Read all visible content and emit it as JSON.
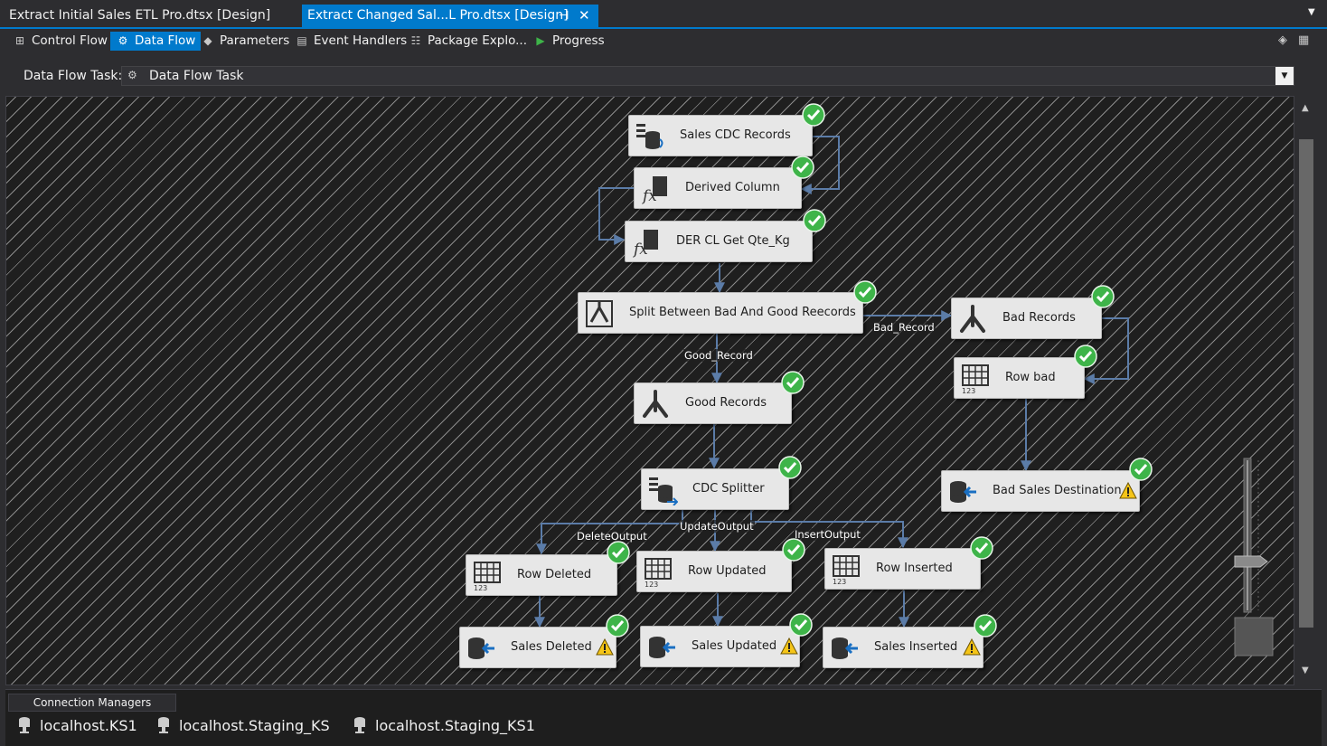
{
  "document_tabs": [
    {
      "label": "Extract Initial Sales ETL Pro.dtsx [Design]",
      "active": false
    },
    {
      "label": "Extract Changed Sal...L Pro.dtsx [Design]",
      "active": true,
      "pin": "⊣",
      "close": "✕"
    }
  ],
  "designer_tabs": {
    "control_flow": "Control Flow",
    "data_flow": "Data Flow",
    "parameters": "Parameters",
    "event_handlers": "Event Handlers",
    "package_explorer": "Package Explo...",
    "progress": "Progress"
  },
  "task_selector": {
    "label": "Data Flow Task:",
    "value": "Data Flow Task"
  },
  "components": {
    "sales_cdc_records": "Sales CDC Records",
    "derived_column": "Derived Column",
    "der_cl_get_qte_kg": "DER CL Get Qte_Kg",
    "split": "Split Between Bad And Good Reecords",
    "bad_records": "Bad Records",
    "row_bad": "Row bad",
    "good_records": "Good Records",
    "bad_sales_destination": "Bad Sales Destination",
    "cdc_splitter": "CDC Splitter",
    "row_deleted": "Row Deleted",
    "row_updated": "Row Updated",
    "row_inserted": "Row Inserted",
    "sales_deleted": "Sales Deleted",
    "sales_updated": "Sales Updated",
    "sales_inserted": "Sales Inserted"
  },
  "path_labels": {
    "bad_record": "Bad_Record",
    "good_record": "Good_Record",
    "update_output": "UpdateOutput",
    "delete_output": "DeleteOutput",
    "insert_output": "InsertOutput"
  },
  "colors": {
    "accent": "#007acc",
    "wire": "#5b7ca8",
    "success": "#3eb449",
    "warning": "#f5c518"
  },
  "connection_managers": {
    "tab_label": "Connection Managers",
    "items": [
      "localhost.KS1",
      "localhost.Staging_KS",
      "localhost.Staging_KS1"
    ]
  }
}
